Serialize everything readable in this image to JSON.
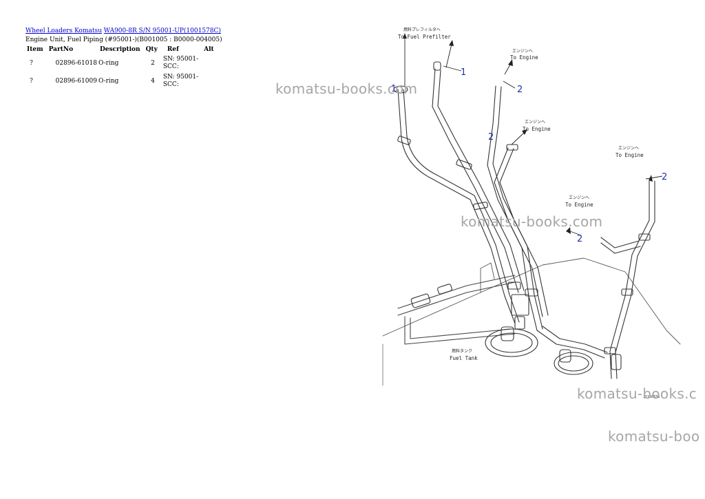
{
  "breadcrumb": {
    "link1": "Wheel Loaders Komatsu",
    "link2": "WA900-8R S/N 95001-UP(1001578C)"
  },
  "subtitle": "Engine Unit, Fuel Piping (#95001-)(B001005 : B0000-004005)",
  "table": {
    "headers": [
      "Item",
      "PartNo",
      "Description",
      "Qty",
      "Ref",
      "Alt"
    ],
    "rows": [
      {
        "item": "?",
        "partno": "02896-61018",
        "description": "O-ring",
        "qty": "2",
        "ref1": "SN: 95001-",
        "ref2": "SCC:",
        "alt": ""
      },
      {
        "item": "?",
        "partno": "02896-61009",
        "description": "O-ring",
        "qty": "4",
        "ref1": "SN: 95001-",
        "ref2": "SCC:",
        "alt": ""
      }
    ]
  },
  "watermark": {
    "w1": "komatsu-books.com",
    "w2": "komatsu-books.com",
    "w3": "komatsu-books.c",
    "w4": "komatsu-boo"
  },
  "diagram": {
    "prefilter_jp": "燃料プレフィルタへ",
    "prefilter_en": "To Fuel Prefilter",
    "engine_jp": "エンジンへ",
    "engine_en": "To Engine",
    "tank_jp": "燃料タンク",
    "tank_en": "Fuel Tank",
    "callout_1": "1",
    "callout_2": "2",
    "drawing_no": "J1160338"
  }
}
